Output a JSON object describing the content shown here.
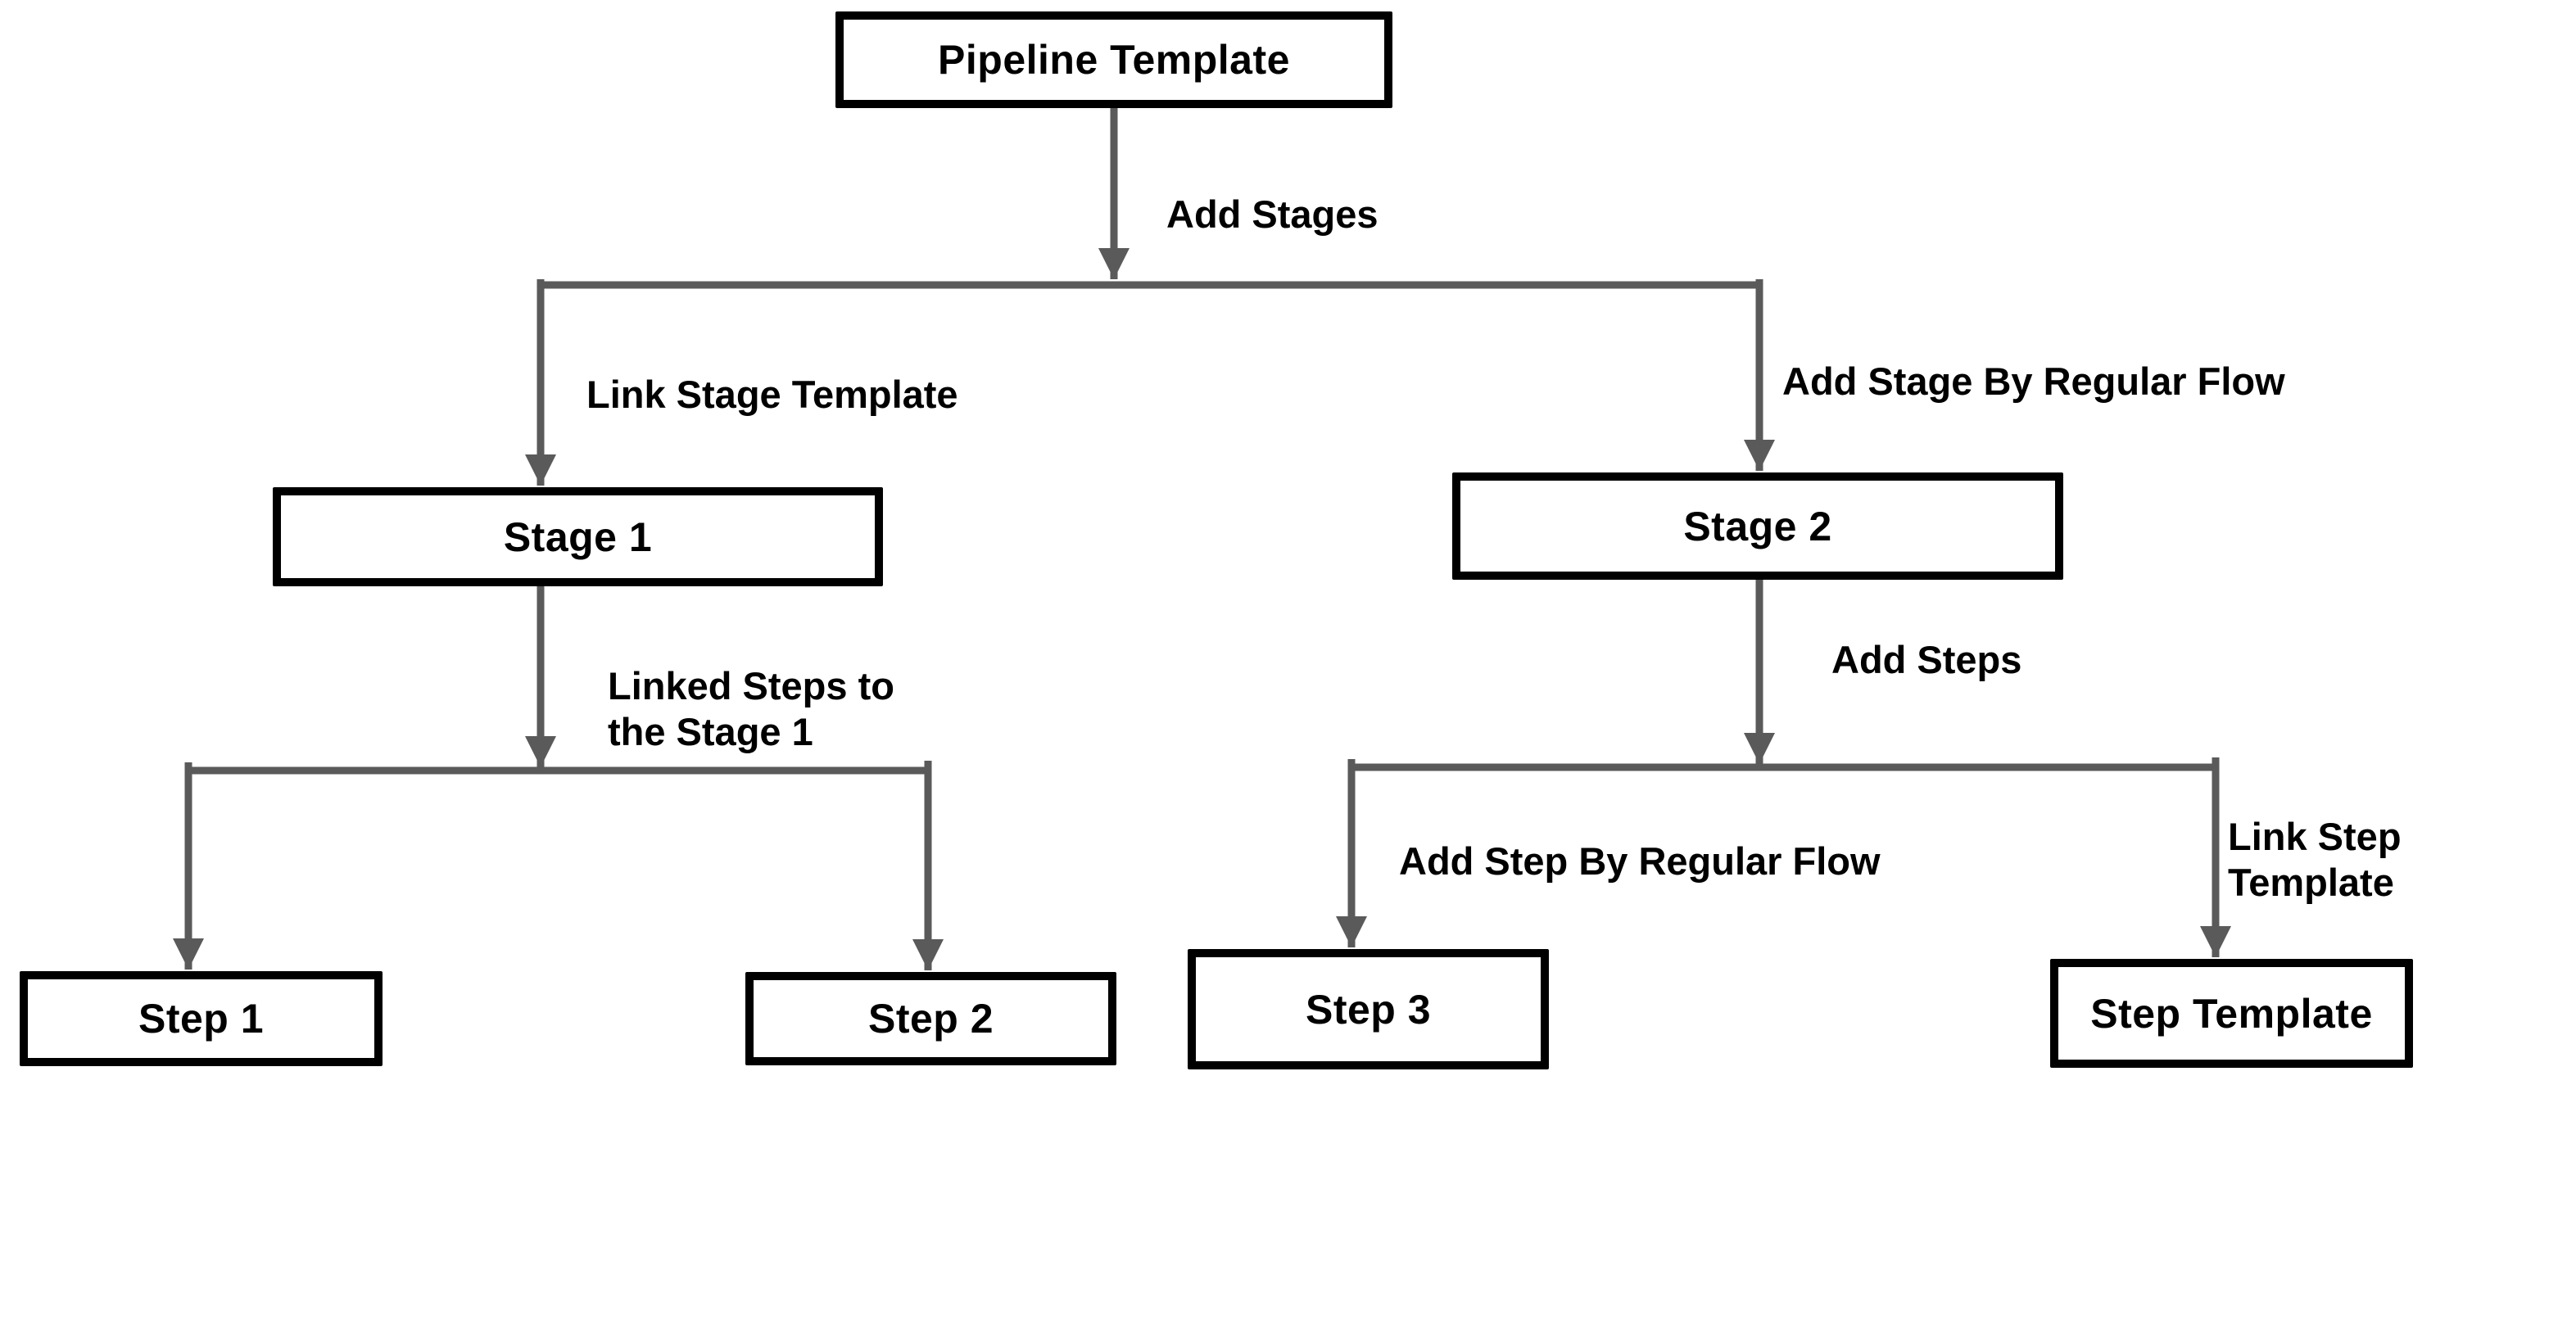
{
  "colors": {
    "background": "#ffffff",
    "line": "#5a5a5a",
    "box_border": "#000000",
    "text": "#000000"
  },
  "nodes": {
    "pipeline_template": {
      "label": "Pipeline Template"
    },
    "stage_1": {
      "label": "Stage 1"
    },
    "stage_2": {
      "label": "Stage 2"
    },
    "step_1": {
      "label": "Step 1"
    },
    "step_2": {
      "label": "Step 2"
    },
    "step_3": {
      "label": "Step 3"
    },
    "step_template": {
      "label": "Step Template"
    }
  },
  "edge_labels": {
    "add_stages": "Add Stages",
    "link_stage_template": "Link Stage Template",
    "add_stage_by_regular_flow": "Add Stage By Regular Flow",
    "linked_steps_to_the_stage_1": "Linked Steps to\nthe Stage 1",
    "add_steps": "Add Steps",
    "add_step_by_regular_flow": "Add Step By Regular Flow",
    "link_step_template": "Link Step Template"
  }
}
